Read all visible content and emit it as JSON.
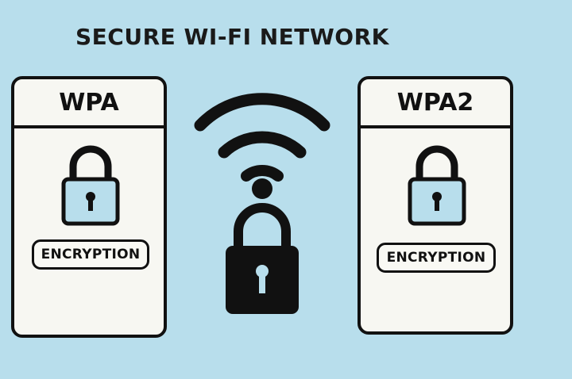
{
  "title": "SECURE WI-FI NETWORK",
  "left_card": {
    "heading": "WPA",
    "badge": "ENCRYPTION"
  },
  "right_card": {
    "heading": "WPA2",
    "badge": "ENCRYPTION"
  },
  "icons": {
    "wifi": "wifi-icon",
    "padlock_small": "padlock-icon",
    "padlock_large": "padlock-icon"
  },
  "colors": {
    "background": "#b8deec",
    "card": "#f7f7f2",
    "lock_body": "#b8deec",
    "ink": "#111111"
  }
}
